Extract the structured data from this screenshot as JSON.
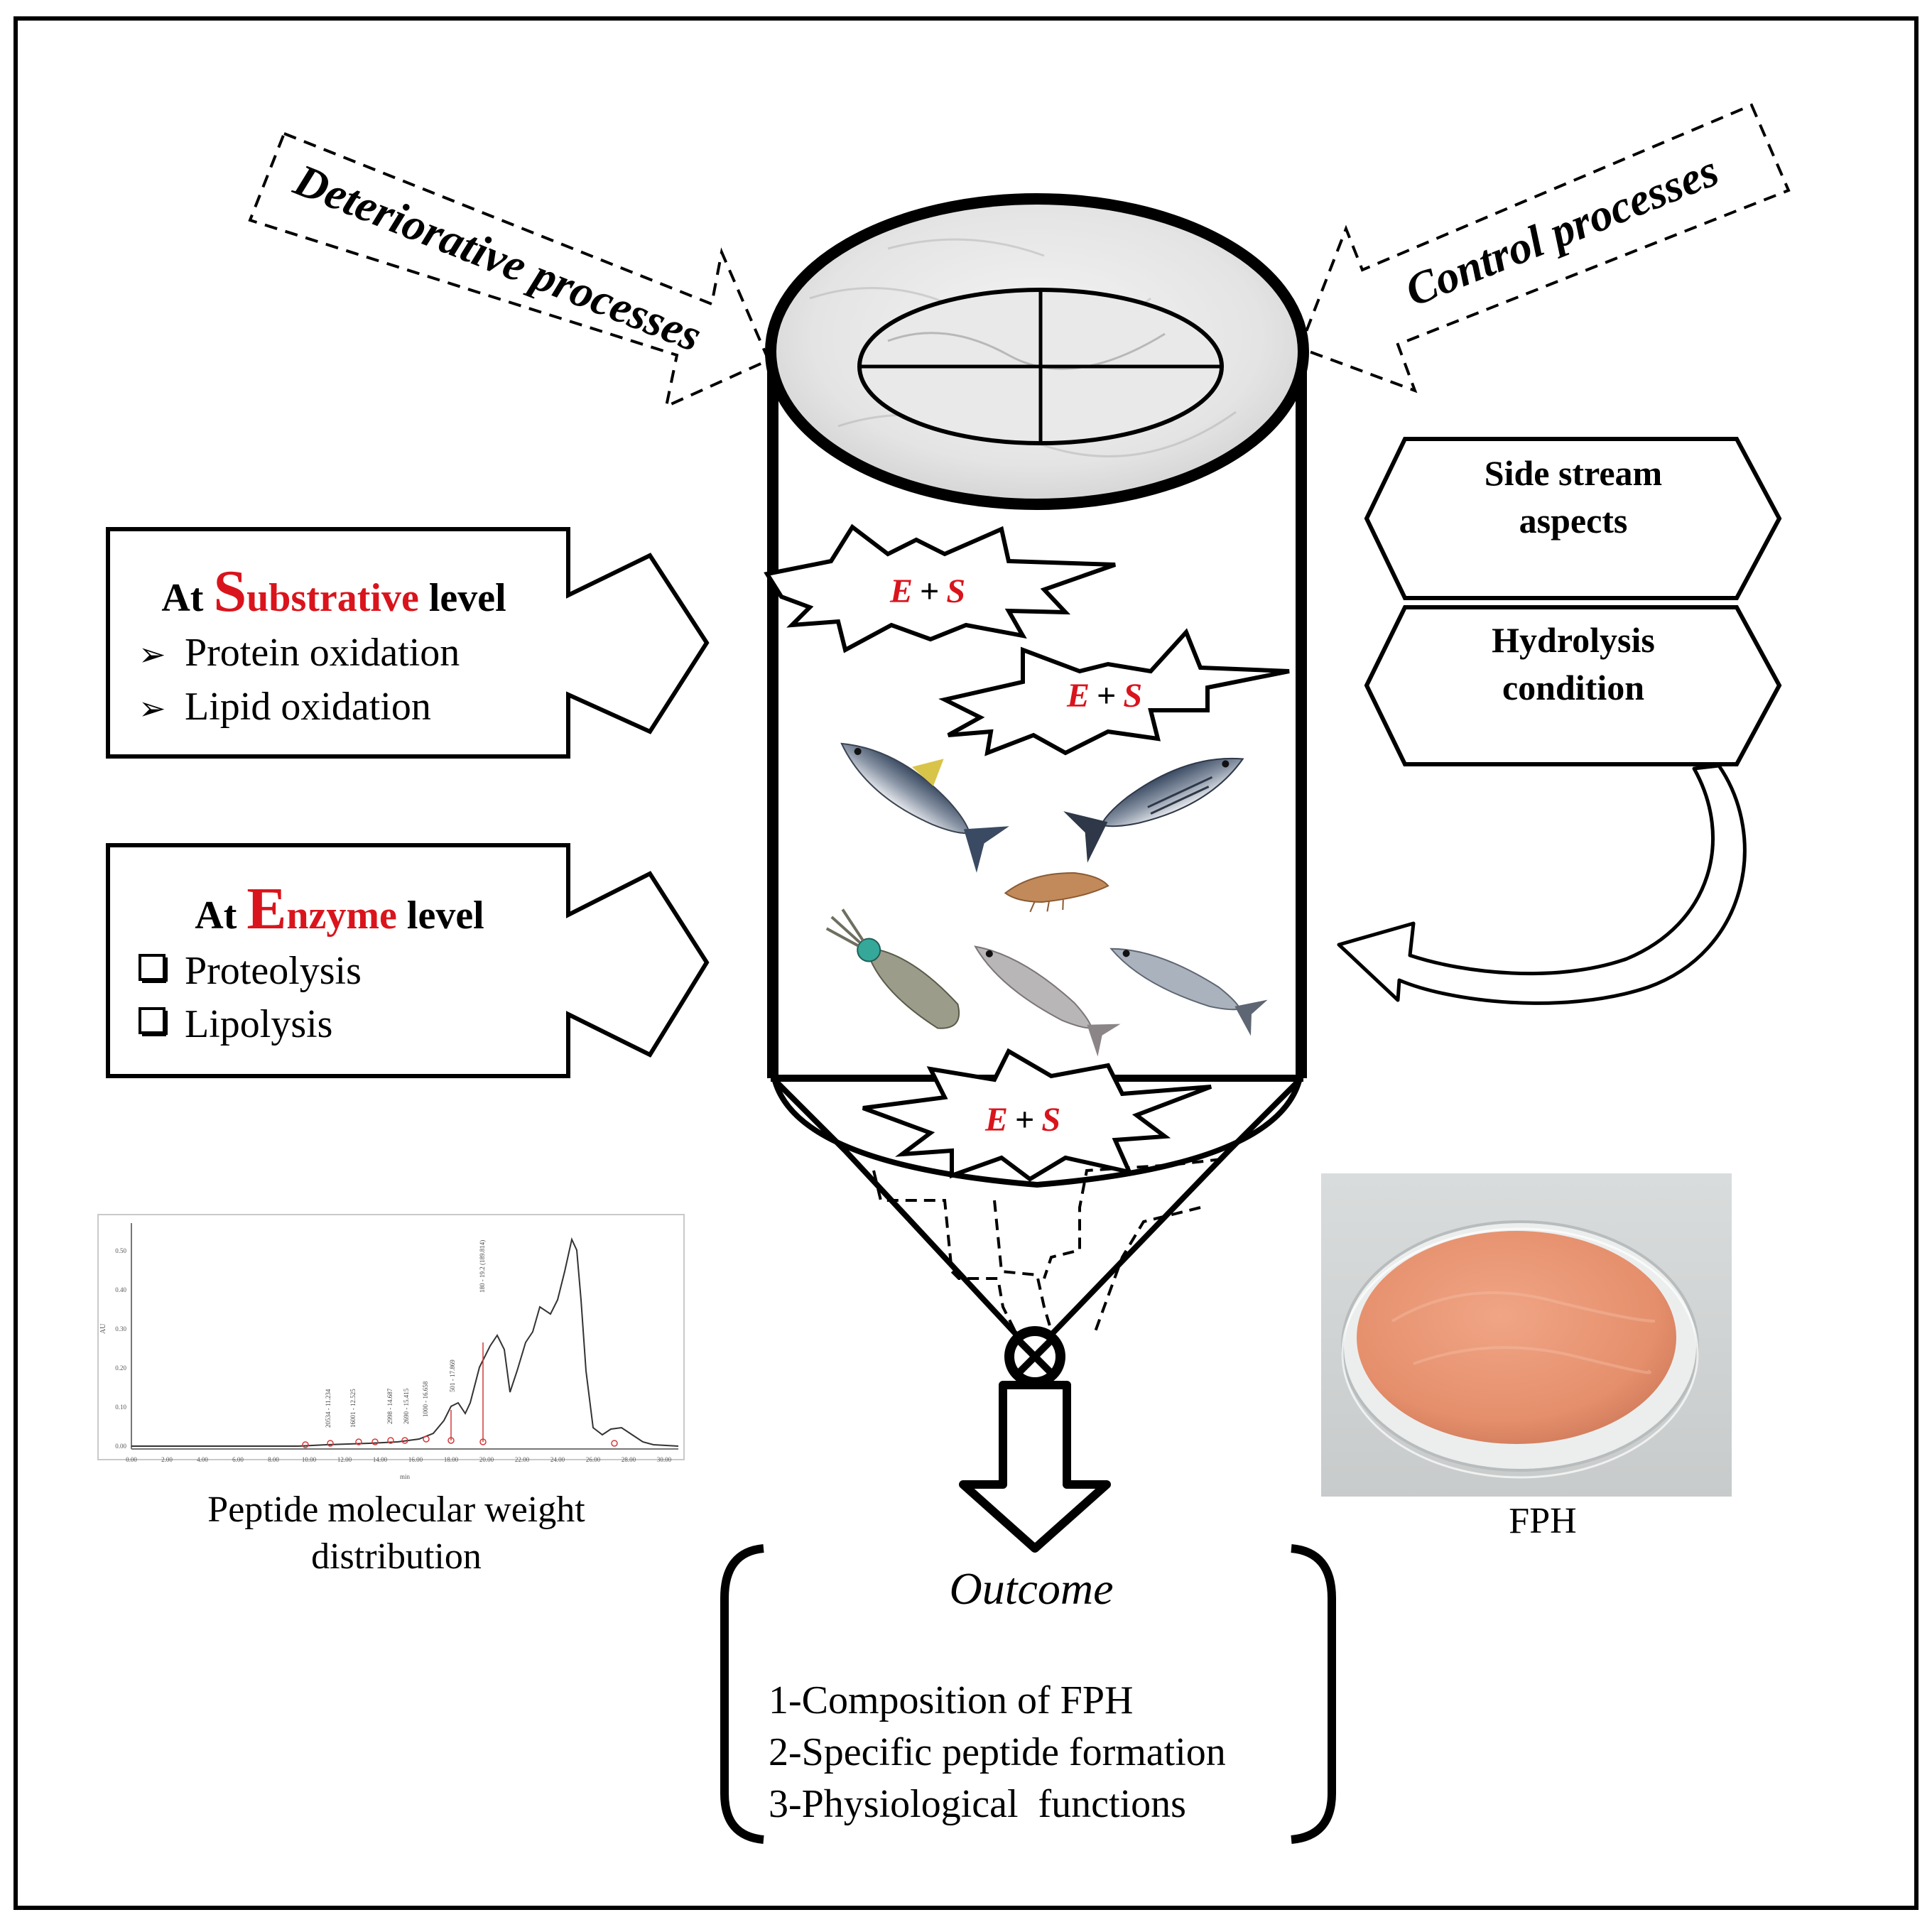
{
  "arrows": {
    "deteriorative": "Deteriorative processes",
    "control": "Control processes"
  },
  "substrative_box": {
    "prefix": "At ",
    "big_letter": "S",
    "rest": "ubstrative",
    "suffix": " level",
    "items": [
      "Protein oxidation",
      "Lipid oxidation"
    ]
  },
  "enzyme_box": {
    "prefix": "At ",
    "big_letter": "E",
    "rest": "nzyme",
    "suffix": " level",
    "items": [
      "Proteolysis",
      "Lipolysis"
    ]
  },
  "side_boxes": [
    {
      "lines": [
        "Side stream",
        "aspects"
      ]
    },
    {
      "lines": [
        "Hydrolysis",
        "condition"
      ]
    }
  ],
  "reaction": {
    "e": "E",
    "plus": "+",
    "s": "S"
  },
  "chromatogram": {
    "caption_line1": "Peptide molecular weight",
    "caption_line2": "distribution",
    "y_label": "AU",
    "x_label": "min",
    "y_ticks": [
      "0.00",
      "0.10",
      "0.20",
      "0.30",
      "0.40",
      "0.50"
    ],
    "x_ticks": [
      "0.00",
      "2.00",
      "4.00",
      "6.00",
      "8.00",
      "10.00",
      "12.00",
      "14.00",
      "16.00",
      "18.00",
      "20.00",
      "22.00",
      "24.00",
      "26.00",
      "28.00",
      "30.00"
    ],
    "peak_labels": [
      "20534 - 11.234",
      "16001 - 12.525",
      "2998 - 14.687",
      "2690 - 15.415",
      "1000 - 16.658",
      "501 - 17.869",
      "180 - 19.2 (189.814)"
    ]
  },
  "fph_label": "FPH",
  "outcome": {
    "title": "Outcome",
    "items": [
      "1-Composition of FPH",
      "2-Specific peptide formation",
      "3-Physiological  functions"
    ]
  },
  "colors": {
    "accent_red": "#d9141c",
    "powder": "#e99572",
    "black": "#000000"
  }
}
